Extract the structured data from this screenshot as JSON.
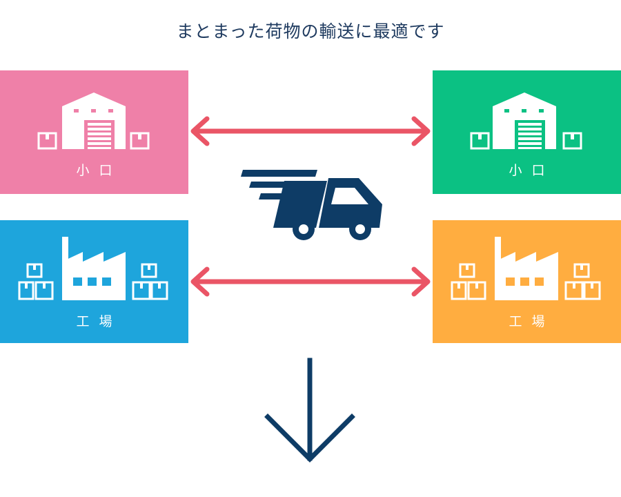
{
  "title": "まとまった荷物の輸送に最適です",
  "panels": [
    {
      "label": "小口",
      "color": "#ef80a8",
      "icon": "warehouse-icon"
    },
    {
      "label": "小口",
      "color": "#0bc183",
      "icon": "warehouse-icon"
    },
    {
      "label": "工場",
      "color": "#1ea5dc",
      "icon": "factory-icon"
    },
    {
      "label": "工場",
      "color": "#ffad40",
      "icon": "factory-icon"
    }
  ],
  "colors": {
    "arrow": "#ea5566",
    "truck": "#0e3c66",
    "down_arrow": "#0e3c66"
  },
  "icons": [
    "double-arrow-icon",
    "truck-icon",
    "down-arrow-icon"
  ]
}
